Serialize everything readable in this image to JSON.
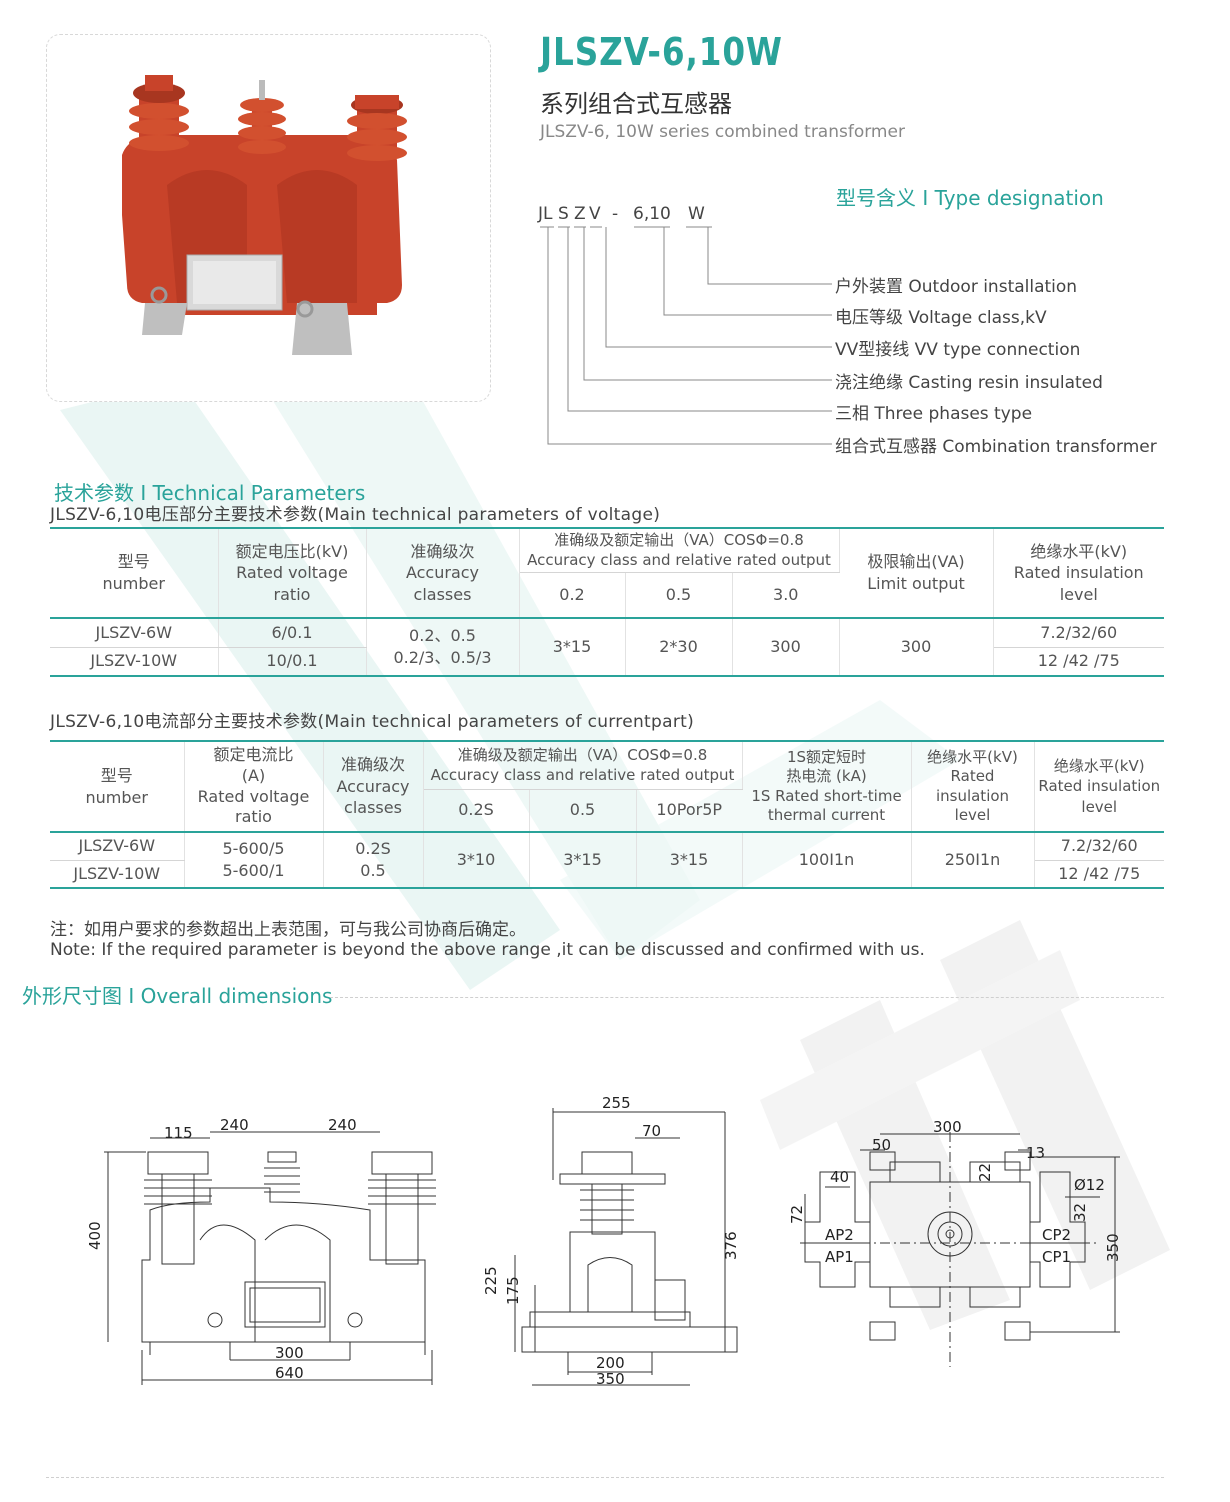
{
  "header": {
    "model_title": "JLSZV-6,10W",
    "title_cn": "系列组合式互感器",
    "title_en": "JLSZV-6, 10W series combined transformer"
  },
  "type_designation": {
    "title": "型号含义 I Type designation",
    "code_parts": [
      "JL",
      "S",
      "Z",
      "V",
      "-",
      "6,10",
      "W"
    ],
    "items": [
      "户外装置 Outdoor installation",
      "电压等级 Voltage class,kV",
      "VV型接线  VV type connection",
      "浇注绝缘 Casting resin insulated",
      "三相 Three phases type",
      "组合式互感器 Combination transformer"
    ]
  },
  "technical": {
    "title": "技术参数 I Technical Parameters",
    "voltage_caption": "JLSZV-6,10电压部分主要技术参数(Main technical parameters of voltage)",
    "voltage_headers": {
      "model": [
        "型号",
        "number"
      ],
      "ratio": [
        "额定电压比(kV)",
        "Rated voltage",
        "ratio"
      ],
      "accuracy": [
        "准确级次",
        "Accuracy",
        "classes"
      ],
      "output": [
        "准确级及额定输出（VA）COSΦ=0.8",
        "Accuracy class and relative rated output"
      ],
      "output_cols": [
        "0.2",
        "0.5",
        "3.0"
      ],
      "limit": [
        "极限输出(VA)",
        "Limit output"
      ],
      "insulation": [
        "绝缘水平(kV)",
        "Rated insulation",
        "level"
      ]
    },
    "voltage_rows": {
      "models": [
        "JLSZV-6W",
        "JLSZV-10W"
      ],
      "ratios": [
        "6/0.1",
        "10/0.1"
      ],
      "accuracy": [
        "0.2、0.5",
        "0.2/3、0.5/3"
      ],
      "out_02": "3*15",
      "out_05": "2*30",
      "out_30": "300",
      "limit": "300",
      "insulation": [
        "7.2/32/60",
        "12 /42 /75"
      ]
    },
    "current_caption": "JLSZV-6,10电流部分主要技术参数(Main technical parameters of currentpart)",
    "current_headers": {
      "model": [
        "型号",
        "number"
      ],
      "ratio": [
        "额定电流比",
        "(A)",
        "Rated voltage",
        "ratio"
      ],
      "accuracy": [
        "准确级次",
        "Accuracy",
        "classes"
      ],
      "output": [
        "准确级及额定输出（VA）COSΦ=0.8",
        "Accuracy class and relative rated output"
      ],
      "output_cols": [
        "0.2S",
        "0.5",
        "10Por5P"
      ],
      "thermal": [
        "1S额定短时",
        "热电流 (kA)",
        "1S Rated short-time",
        "thermal current"
      ],
      "dynamic": [
        "绝缘水平(kV)",
        "Rated",
        "insulation",
        "level"
      ],
      "insulation": [
        "绝缘水平(kV)",
        "Rated insulation",
        "level"
      ]
    },
    "current_rows": {
      "models": [
        "JLSZV-6W",
        "JLSZV-10W"
      ],
      "ratios": [
        "5-600/5",
        "5-600/1"
      ],
      "accuracy": [
        "0.2S",
        "0.5"
      ],
      "out_02s": "3*10",
      "out_05": "3*15",
      "out_10p": "3*15",
      "thermal": "100I1n",
      "dynamic": "250I1n",
      "insulation": [
        "7.2/32/60",
        "12 /42 /75"
      ]
    },
    "note_cn": "注：如用户要求的参数超出上表范围，可与我公司协商后确定。",
    "note_en": "Note: If the required parameter is beyond the above range ,it can be discussed and confirmed with us."
  },
  "dimensions": {
    "title": "外形尺寸图 I Overall dimensions",
    "front": {
      "d115": "115",
      "d240a": "240",
      "d240b": "240",
      "d400": "400",
      "d300": "300",
      "d640": "640"
    },
    "side": {
      "d255": "255",
      "d70": "70",
      "d376": "376",
      "d225": "225",
      "d175": "175",
      "d200": "200",
      "d350": "350"
    },
    "top": {
      "d300": "300",
      "d50": "50",
      "d13": "13",
      "d40": "40",
      "d22": "22",
      "d12": "Ø12",
      "d72": "72",
      "d32": "32",
      "d350": "350",
      "ap2": "AP2",
      "ap1": "AP1",
      "cp2": "CP2",
      "cp1": "CP1"
    }
  },
  "colors": {
    "accent": "#2aa39a",
    "product_red": "#c8432a"
  }
}
